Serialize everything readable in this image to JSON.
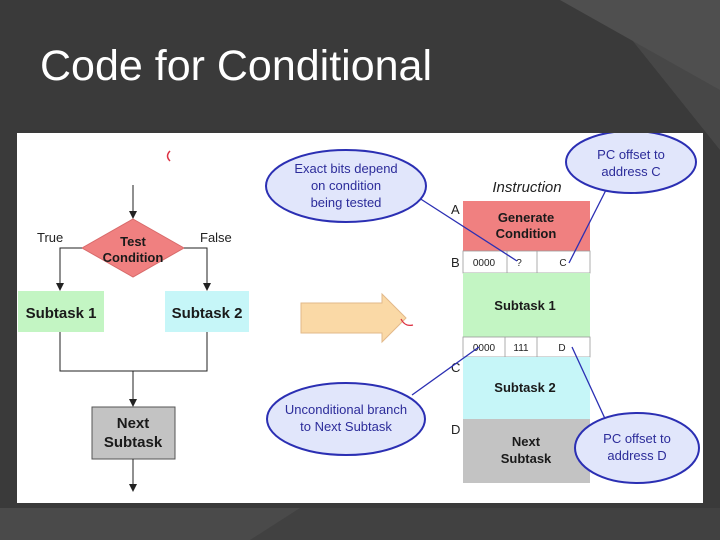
{
  "slide": {
    "title": "Code for Conditional"
  },
  "flowchart": {
    "true_label": "True",
    "false_label": "False",
    "test_condition": [
      "Test",
      "Condition"
    ],
    "subtask1": "Subtask 1",
    "subtask2": "Subtask 2",
    "next_subtask": [
      "Next",
      "Subtask"
    ]
  },
  "instruction_diagram": {
    "heading": "Instruction",
    "label_a": "A",
    "label_b": "B",
    "label_c": "C",
    "label_d": "D",
    "generate_condition": [
      "Generate",
      "Condition"
    ],
    "row_b": {
      "opcode": "0000",
      "bits": "?",
      "offset": "C"
    },
    "subtask1": "Subtask 1",
    "row_c": {
      "opcode": "0000",
      "bits": "111",
      "offset": "D"
    },
    "subtask2": "Subtask 2",
    "next_subtask": [
      "Next",
      "Subtask"
    ]
  },
  "callouts": {
    "exact_bits": [
      "Exact bits depend",
      "on condition",
      "being tested"
    ],
    "pc_offset_c": [
      "PC offset to",
      "address C"
    ],
    "unconditional": [
      "Unconditional branch",
      "to Next Subtask"
    ],
    "pc_offset_d": [
      "PC offset to",
      "address D"
    ]
  },
  "colors": {
    "diamond": "#f08080",
    "subtask1_fill": "#c3f5c3",
    "subtask2_fill": "#c6f6f8",
    "next_fill": "#c3c3c3",
    "arrow_fill": "#fad9a6",
    "callout_stroke": "#2b2fb3",
    "callout_fill": "#e1e6fb",
    "slide_bg": "#3a3a3a"
  }
}
